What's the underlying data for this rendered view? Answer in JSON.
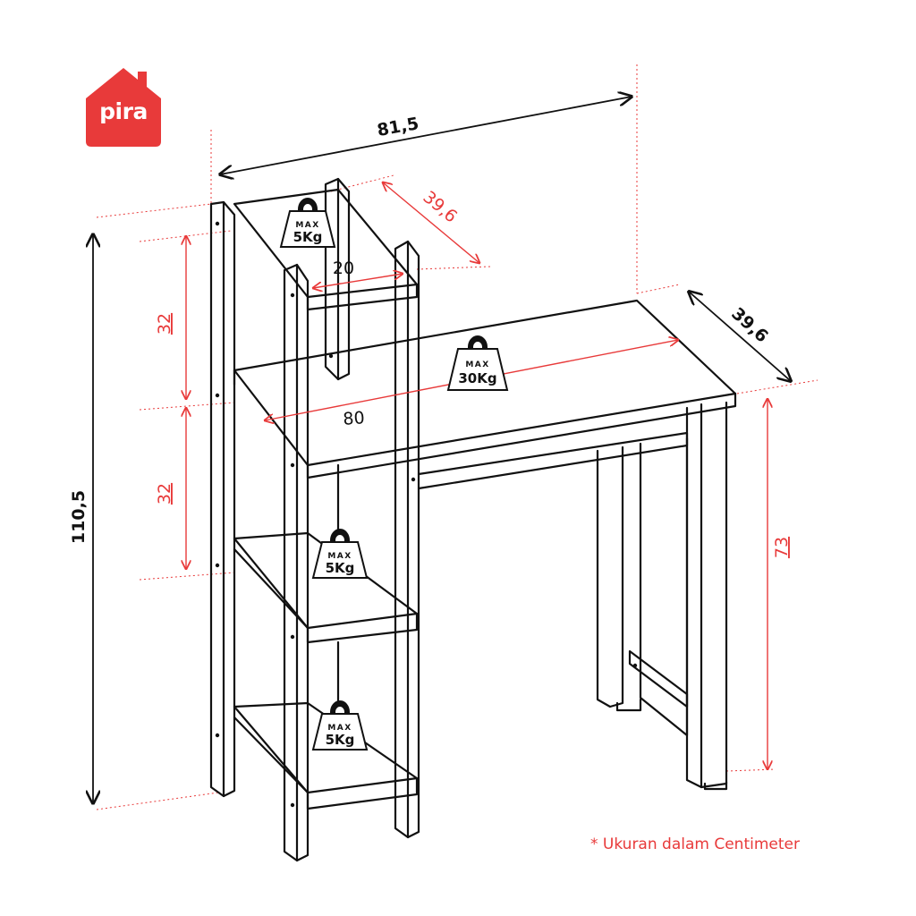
{
  "brand": {
    "name": "pira",
    "color": "#e83a3a"
  },
  "dimensions": {
    "overall_width": "81,5",
    "overall_height": "110,5",
    "shelf_depth": "39,6",
    "desk_depth": "39,6",
    "shelf_width": "20",
    "desk_width": "80",
    "shelf_spacing_upper": "32",
    "shelf_spacing_lower": "32",
    "desk_height": "73"
  },
  "weights": [
    {
      "max_label": "MAX",
      "load": "5Kg"
    },
    {
      "max_label": "MAX",
      "load": "30Kg"
    },
    {
      "max_label": "MAX",
      "load": "5Kg"
    },
    {
      "max_label": "MAX",
      "load": "5Kg"
    }
  ],
  "footnote": "* Ukuran dalam Centimeter",
  "colors": {
    "line": "#111111",
    "dimension_red": "#e83a3a"
  }
}
